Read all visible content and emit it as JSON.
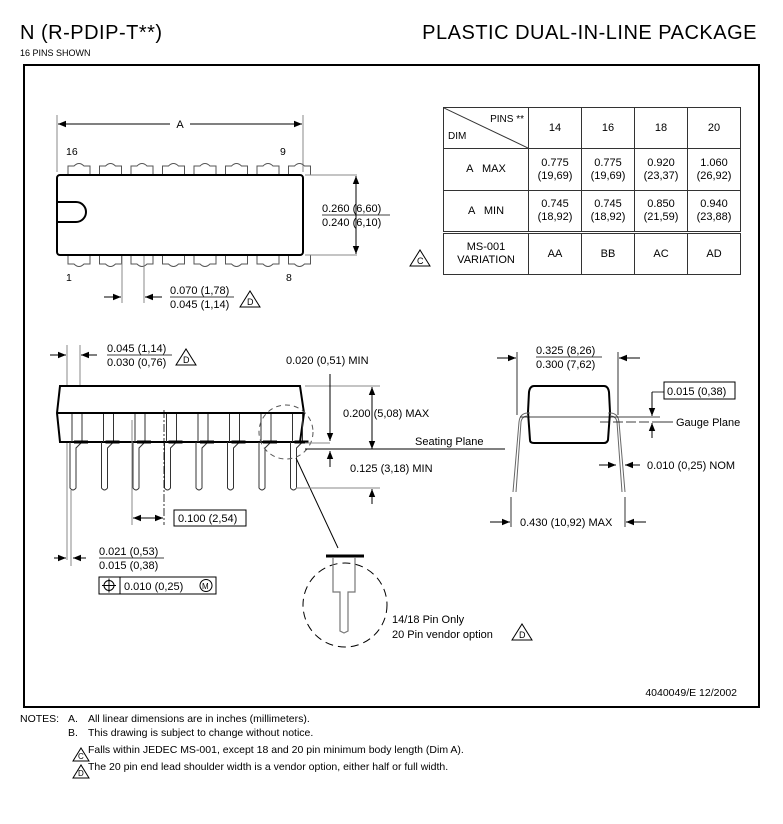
{
  "header": {
    "package_code": "N (R-PDIP-T**)",
    "pins_shown": "16 PINS SHOWN",
    "package_title": "PLASTIC DUAL-IN-LINE PACKAGE"
  },
  "table": {
    "corner_top": "PINS **",
    "corner_bottom": "DIM",
    "pin_counts": [
      "14",
      "16",
      "18",
      "20"
    ],
    "rows": [
      {
        "label": "A   MAX",
        "values": [
          [
            "0.775",
            "(19,69)"
          ],
          [
            "0.775",
            "(19,69)"
          ],
          [
            "0.920",
            "(23,37)"
          ],
          [
            "1.060",
            "(26,92)"
          ]
        ]
      },
      {
        "label": "A   MIN",
        "values": [
          [
            "0.745",
            "(18,92)"
          ],
          [
            "0.745",
            "(18,92)"
          ],
          [
            "0.850",
            "(21,59)"
          ],
          [
            "0.940",
            "(23,88)"
          ]
        ]
      }
    ],
    "variation_label_1": "MS-001",
    "variation_label_2": "VARIATION",
    "variations": [
      "AA",
      "BB",
      "AC",
      "AD"
    ],
    "variation_note_marker": "C"
  },
  "top_view": {
    "dim_a": "A",
    "pin_16": "16",
    "pin_9": "9",
    "pin_1": "1",
    "pin_8": "8",
    "width_max": "0.260 (6,60)",
    "width_min": "0.240 (6,10)",
    "shoulder_max": "0.070 (1,78)",
    "shoulder_min": "0.045 (1,14)",
    "shoulder_note_marker": "D"
  },
  "side_view": {
    "end_lead_max": "0.045 (1,14)",
    "end_lead_min": "0.030 (0,76)",
    "end_lead_note_marker": "D",
    "standoff": "0.020 (0,51) MIN",
    "height": "0.200 (5,08) MAX",
    "seating_plane": "Seating Plane",
    "lead_length": "0.125 (3,18) MIN",
    "pitch": "0.100 (2,54)",
    "lead_width_max": "0.021 (0,53)",
    "lead_width_min": "0.015 (0,38)",
    "position_tol": "0.010 (0,25)",
    "position_mod": "M",
    "detail_line1": "14/18 Pin Only",
    "detail_line2": "20 Pin vendor option",
    "detail_note_marker": "D"
  },
  "end_view": {
    "row_spacing_max": "0.325 (8,26)",
    "row_spacing_min": "0.300 (7,62)",
    "gauge_offset": "0.015 (0,38)",
    "gauge_plane": "Gauge Plane",
    "lead_thickness": "0.010 (0,25) NOM",
    "overall_width": "0.430 (10,92) MAX"
  },
  "stamp": "4040049/E  12/2002",
  "notes": {
    "label": "NOTES:",
    "items": [
      {
        "marker": "A.",
        "text": "All linear dimensions are in inches (millimeters)."
      },
      {
        "marker": "B.",
        "text": "This drawing is subject to change without notice."
      },
      {
        "marker": "C",
        "text": "Falls within JEDEC MS-001, except 18 and 20 pin minimum body length (Dim A)."
      },
      {
        "marker": "D",
        "text": "The 20 pin end lead shoulder width is a vendor option, either half or full width."
      }
    ]
  }
}
